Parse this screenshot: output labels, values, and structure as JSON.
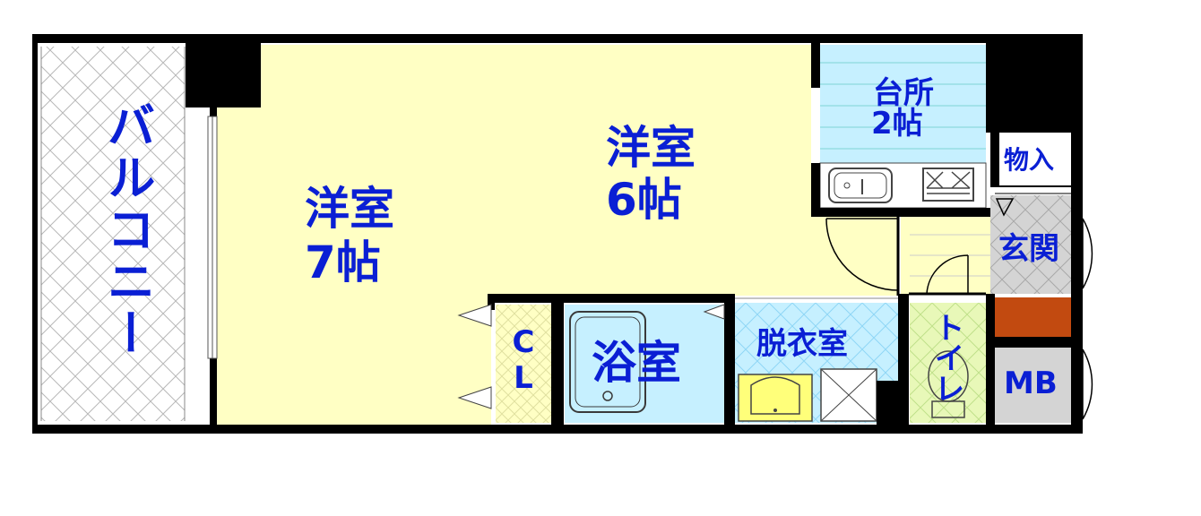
{
  "rooms": {
    "balcony": "バルコニー",
    "western_room_7": {
      "name": "洋室",
      "size": "7帖"
    },
    "western_room_6": {
      "name": "洋室",
      "size": "6帖"
    },
    "kitchen": {
      "name": "台所",
      "size": "2帖"
    },
    "storage": "物入",
    "entrance": "玄関",
    "closet": [
      "C",
      "L"
    ],
    "bathroom": "浴室",
    "dressing_room": "脱衣室",
    "toilet": "トイレ",
    "meter_box": "MB"
  },
  "colors": {
    "wall": "#000000",
    "room_floor": "#ffffc4",
    "wet_area": "#c6f0ff",
    "toilet_floor": "#e8f8b8",
    "entrance_floor": "#d4d4d4",
    "shoe_box": "#c24a10",
    "label": "#0a1fd4"
  }
}
